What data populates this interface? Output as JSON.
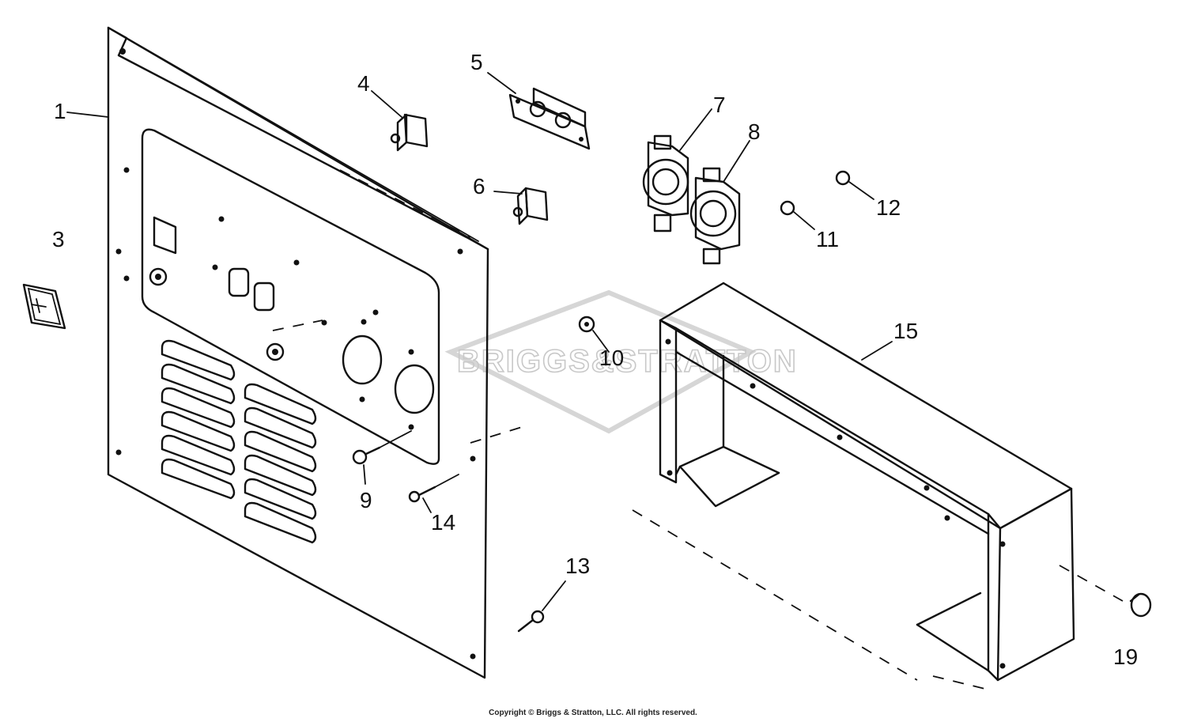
{
  "diagram": {
    "callouts": [
      {
        "id": "c1",
        "label": "1"
      },
      {
        "id": "c3",
        "label": "3"
      },
      {
        "id": "c4",
        "label": "4"
      },
      {
        "id": "c5",
        "label": "5"
      },
      {
        "id": "c6",
        "label": "6"
      },
      {
        "id": "c7",
        "label": "7"
      },
      {
        "id": "c8",
        "label": "8"
      },
      {
        "id": "c9",
        "label": "9"
      },
      {
        "id": "c10",
        "label": "10"
      },
      {
        "id": "c11",
        "label": "11"
      },
      {
        "id": "c12",
        "label": "12"
      },
      {
        "id": "c13",
        "label": "13"
      },
      {
        "id": "c14",
        "label": "14"
      },
      {
        "id": "c15",
        "label": "15"
      },
      {
        "id": "c19",
        "label": "19"
      }
    ],
    "watermark": "BRIGGS&STRATTON",
    "copyright": "Copyright © Briggs & Stratton, LLC. All rights reserved."
  }
}
